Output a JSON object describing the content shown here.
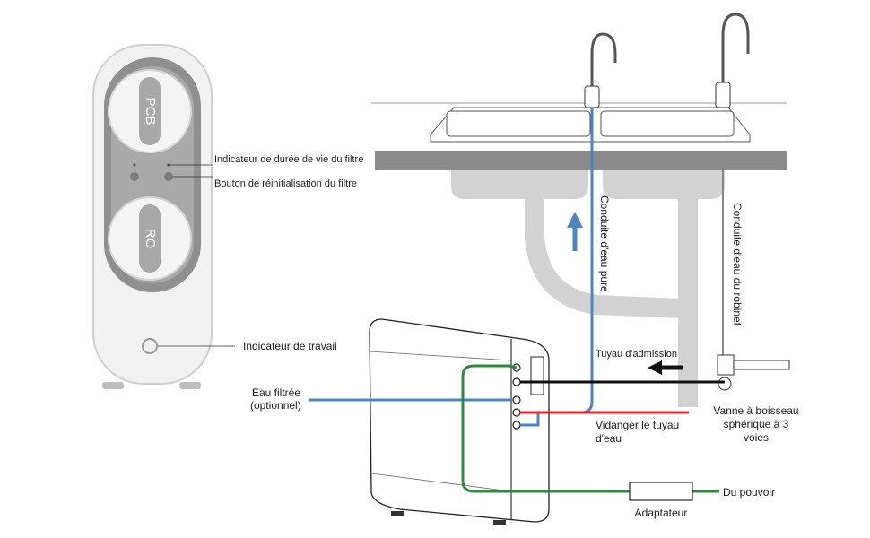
{
  "purifier": {
    "cap_top": "PCB",
    "cap_bottom": "RO"
  },
  "callouts": {
    "life": "Indicateur de durée de vie du filtre",
    "reset": "Bouton de réinitialisation du filtre",
    "work": "Indicateur de travail"
  },
  "pipes": {
    "pure": "Conduite d'eau pure",
    "faucet": "Conduite d'eau du robinet",
    "inlet": "Tuyau d'admission",
    "filtered_1": "Eau filtrée",
    "filtered_2": "(optionnel)",
    "drain_1": "Vidanger le tuyau",
    "drain_2": "d'eau",
    "valve_1": "Vanne à boisseau",
    "valve_2": "sphérique à 3",
    "valve_3": "voies",
    "adapter": "Adaptateur",
    "power": "Du pouvoir"
  },
  "colors": {
    "pure_water": "#4a86c0",
    "drain": "#e0292f",
    "power": "#2f8a3e",
    "inlet": "#111111",
    "counter": "#8a8a8a",
    "sink_under": "#d0d0d0"
  }
}
